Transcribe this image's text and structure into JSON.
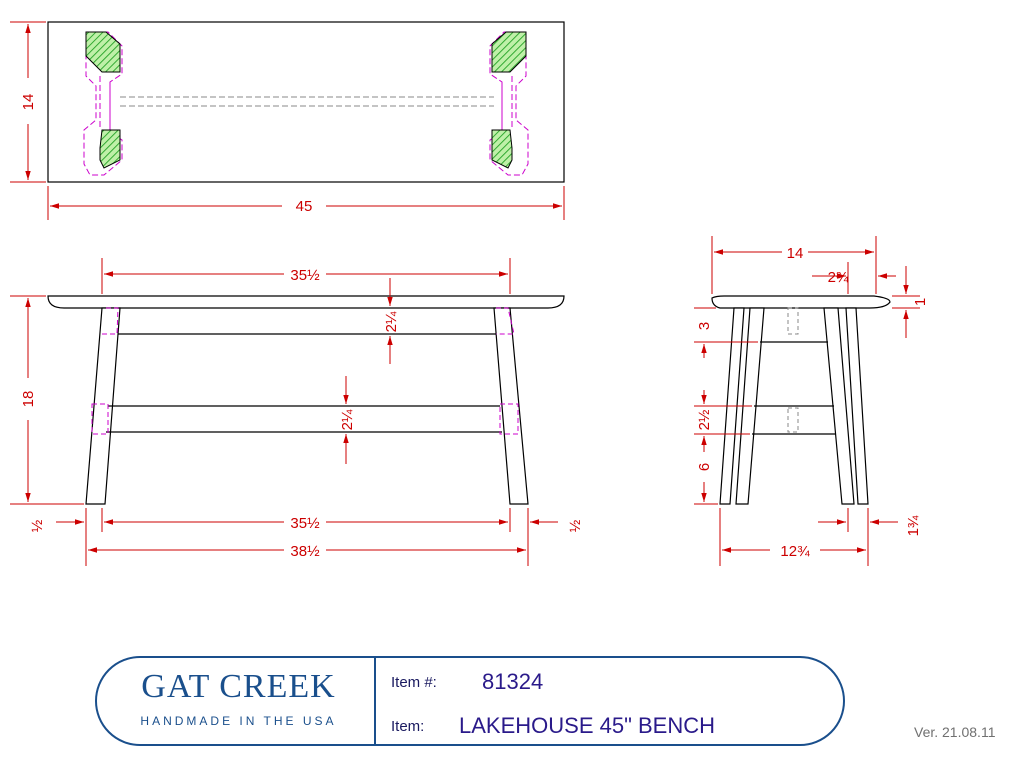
{
  "dimensions": {
    "top_width": "14",
    "top_length": "45",
    "front_top_span": "35½",
    "front_apron_upper": "2¼",
    "front_apron_lower": "2¼",
    "front_height": "18",
    "front_left_offset": "½",
    "front_base_span": "35½",
    "front_right_offset": "½",
    "front_overall_base": "38½",
    "side_width": "14",
    "side_overhang": "2¾",
    "side_top_thickness": "1",
    "side_upper_gap": "3",
    "side_stretcher": "2½",
    "side_lower_gap": "6",
    "side_base_span": "12¾",
    "side_right_offset": "1¾"
  },
  "title_block": {
    "brand_name": "GAT CREEK",
    "brand_tagline": "HANDMADE IN THE USA",
    "item_number_label": "Item #:",
    "item_number": "81324",
    "item_label": "Item:",
    "item_name": "LAKEHOUSE 45\" BENCH"
  },
  "version": "Ver. 21.08.11",
  "colors": {
    "dimension": "#cc0000",
    "hidden_line": "#cc00cc",
    "section_fill": "#44bb44",
    "outline": "#000000",
    "brand": "#1a4f8c"
  }
}
